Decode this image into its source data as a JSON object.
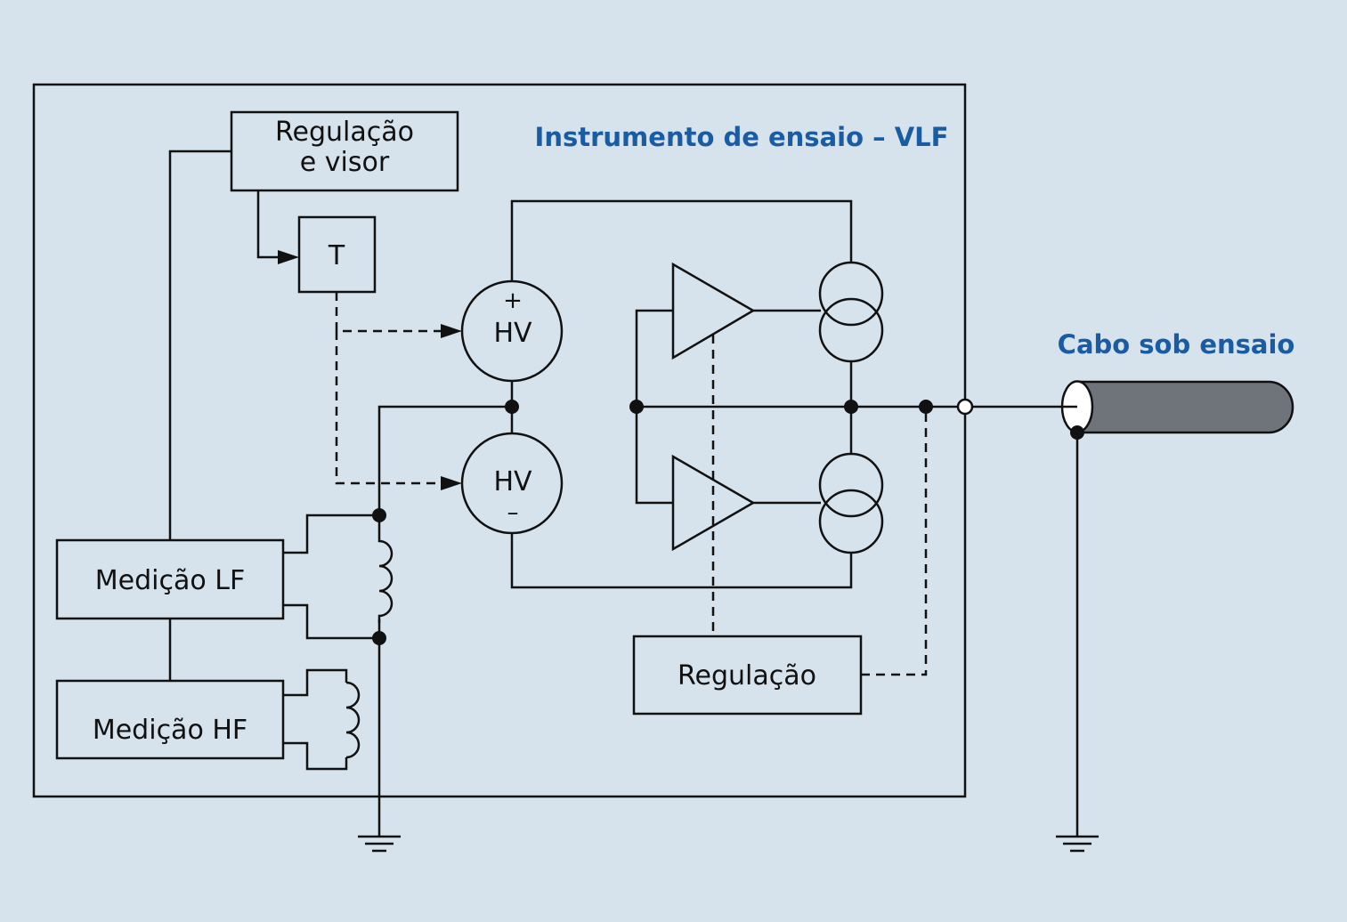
{
  "colors": {
    "background": "#d6e2ec",
    "title_blue": "#1a5ca3",
    "line": "#111111",
    "cable_body": "#6f747b",
    "cable_end": "#ffffff"
  },
  "instrument": {
    "title": "Instrumento de ensaio – VLF"
  },
  "blocks": {
    "regulation_display_line1": "Regulação",
    "regulation_display_line2": "e visor",
    "t_block": "T",
    "hv_positive_sign": "+",
    "hv_positive_label": "HV",
    "hv_negative_label": "HV",
    "hv_negative_sign": "–",
    "measurement_lf": "Medição LF",
    "measurement_hf": "Medição HF",
    "regulation": "Regulação"
  },
  "cable": {
    "title": "Cabo sob ensaio"
  }
}
